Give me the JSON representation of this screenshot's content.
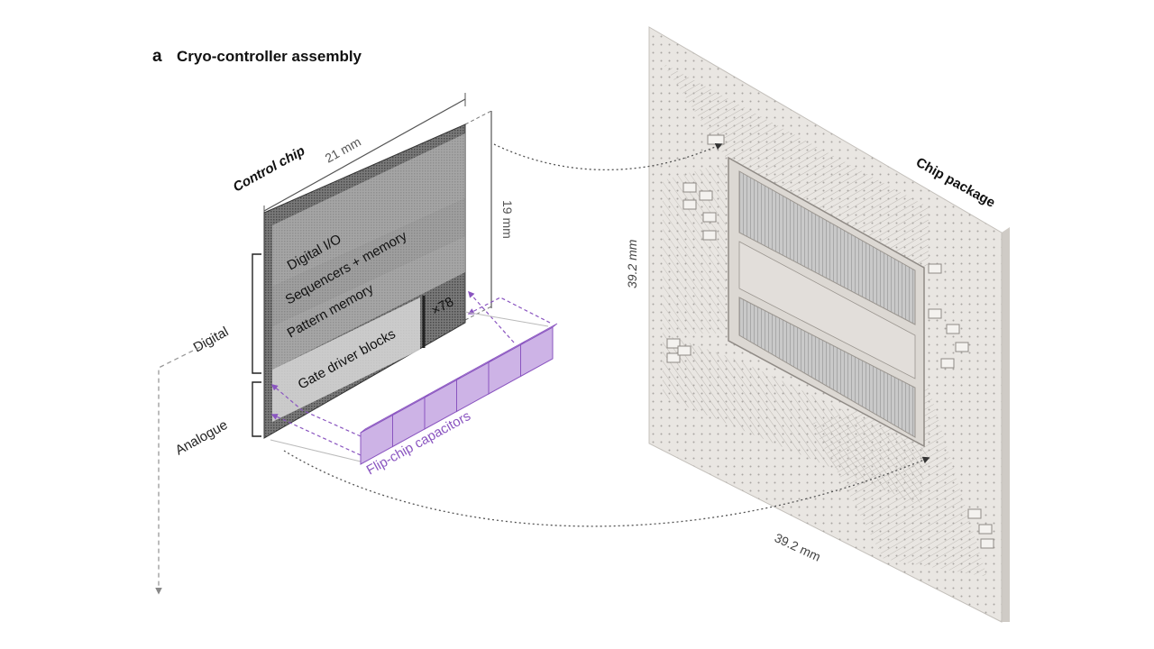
{
  "panel": {
    "letter": "a",
    "title": "Cryo-controller assembly"
  },
  "control_chip": {
    "label": "Control chip",
    "width_dim": "21 mm",
    "height_dim": "19 mm",
    "blocks": [
      "Digital I/O",
      "Sequencers + memory",
      "Pattern memory",
      "Gate driver blocks"
    ],
    "multiplier": "×78",
    "bracket_digital": "Digital",
    "bracket_analogue": "Analogue"
  },
  "capacitors": {
    "label": "Flip-chip capacitors",
    "count": 6,
    "color": "#8a55c0"
  },
  "chip_package": {
    "label": "Chip package",
    "side_dim": "39.2 mm",
    "bottom_dim": "39.2 mm"
  },
  "colors": {
    "text": "#111111",
    "dim_text": "#555555",
    "chip_dark": "#5a5a5a",
    "package": "#e6e3df",
    "purple": "#8a55c0",
    "purple_fill": "#cdb3e6"
  }
}
